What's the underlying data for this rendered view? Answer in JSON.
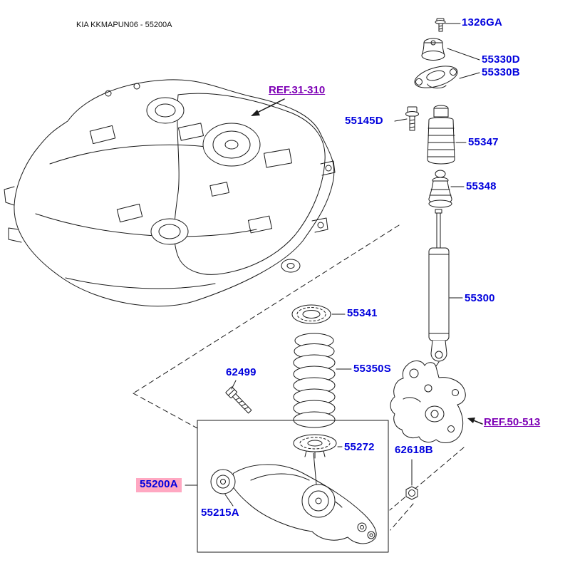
{
  "header": {
    "title": "KIA KKMAPUN06 - 55200A"
  },
  "labels": {
    "top_bolt": "1326GA",
    "insulator": "55330D",
    "bracket": "55330B",
    "mount_bolt": "55145D",
    "dust_cover": "55347",
    "bumper_stop": "55348",
    "shock_absorber": "55300",
    "spring_upper_pad": "55341",
    "coil_spring": "55350S",
    "arm_bolt": "62499",
    "spring_lower_pad": "55272",
    "lower_arm": "55200A",
    "bushing": "55215A",
    "nut": "62618B"
  },
  "refs": {
    "fuel_tank": "REF.31-310",
    "rear_knuckle": "REF.50-513"
  },
  "colors": {
    "part_label": "#0000dd",
    "ref_label": "#7d00b5",
    "highlight": "#ffa8c2",
    "line": "#1a1a1a"
  }
}
